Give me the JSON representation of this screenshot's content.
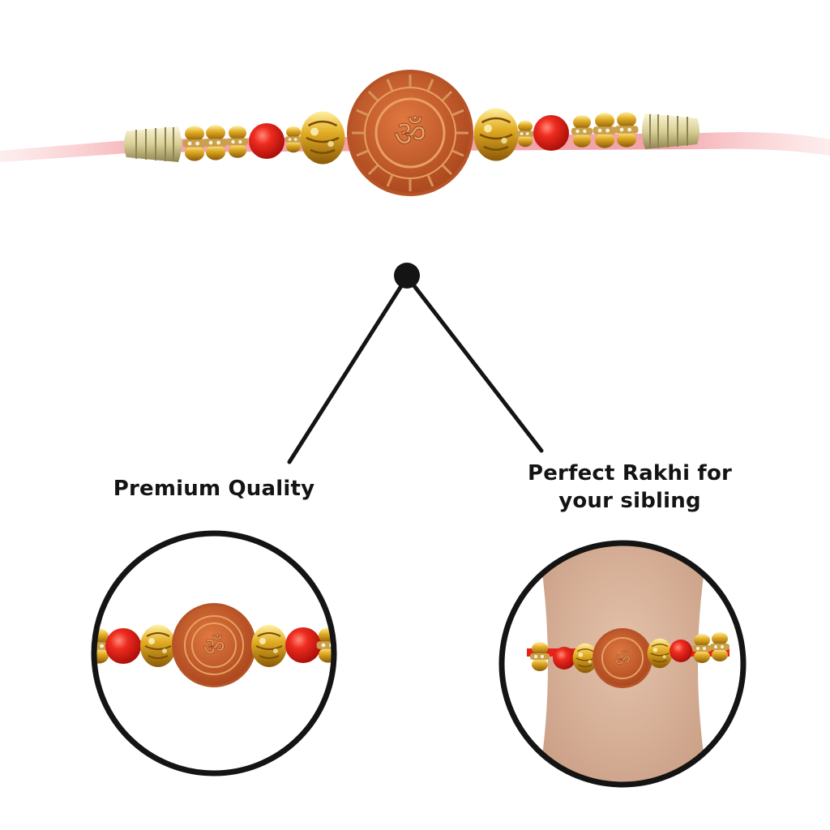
{
  "captions": {
    "left": "Premium Quality",
    "right_line1": "Perfect Rakhi for",
    "right_line2": "your sibling"
  },
  "product": {
    "pendant_symbol": "ॐ",
    "thread_color": "#f3a9ad",
    "bead_red": "#e8221a",
    "gold": "#d9a21b",
    "pendant_color": "#c8602c",
    "skin_color": "#d9b39c"
  },
  "icons": [
    "om-symbol-icon",
    "connector-dot-icon"
  ]
}
